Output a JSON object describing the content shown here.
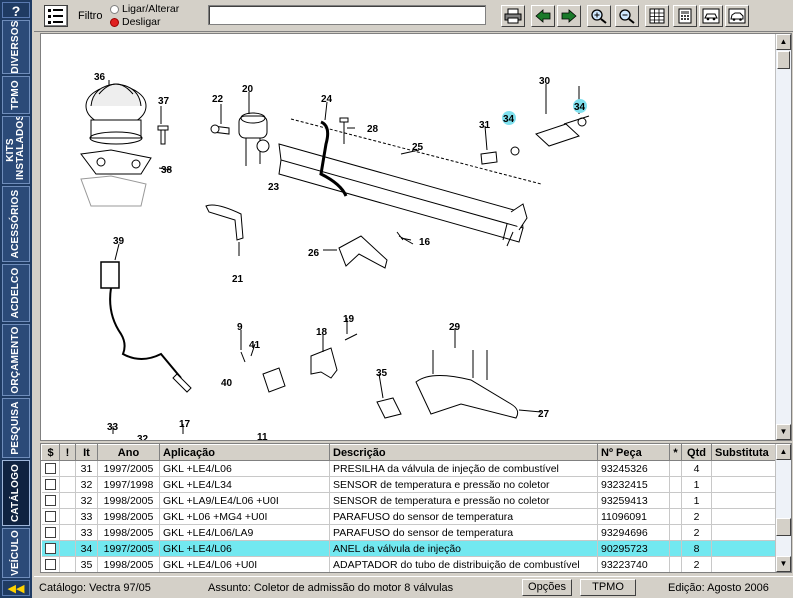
{
  "sidebar": {
    "help_label": "?",
    "tabs": [
      {
        "label": "DIVERSOS",
        "active": false
      },
      {
        "label": "TPMO",
        "active": false
      },
      {
        "label": "KITS INSTALADOS",
        "active": false
      },
      {
        "label": "ACESSÓRIOS",
        "active": false
      },
      {
        "label": "ACDELCO",
        "active": false
      },
      {
        "label": "ORÇAMENTO",
        "active": false
      },
      {
        "label": "PESQUISA",
        "active": false
      },
      {
        "label": "CATÁLOGO",
        "active": true
      },
      {
        "label": "VEÍCULO",
        "active": false
      }
    ],
    "back_label": "◀◀"
  },
  "toolbar": {
    "filter_label": "Filtro",
    "radio_on_label": "Ligar/Alterar",
    "radio_off_label": "Desligar",
    "filter_value": "",
    "icons": [
      "print-icon",
      "arrow-left-icon",
      "arrow-right-icon",
      "zoom-in-icon",
      "zoom-out-icon",
      "grid-icon",
      "calculator-icon",
      "car-list-icon",
      "car-icon"
    ]
  },
  "diagram": {
    "labels": [
      "36",
      "37",
      "20",
      "22",
      "24",
      "28",
      "30",
      "34",
      "34",
      "31",
      "25",
      "38",
      "23",
      "21",
      "26",
      "16",
      "39",
      "9",
      "41",
      "18",
      "19",
      "29",
      "40",
      "35",
      "27",
      "33",
      "17",
      "32",
      "11"
    ]
  },
  "table": {
    "columns": [
      "$",
      "!",
      "It",
      "Ano",
      "Aplicação",
      "Descrição",
      "Nº Peça",
      "*",
      "Qtd",
      "Substituta"
    ],
    "rows": [
      {
        "it": "31",
        "ano": "1997/2005",
        "aplicacao": "GKL +LE4/L06",
        "descricao": "PRESILHA da válvula de injeção de combustível",
        "peca": "93245326",
        "qtd": "4",
        "selected": false
      },
      {
        "it": "32",
        "ano": "1997/1998",
        "aplicacao": "GKL +LE4/L34",
        "descricao": "SENSOR de temperatura e pressão no coletor",
        "peca": "93232415",
        "qtd": "1",
        "selected": false
      },
      {
        "it": "32",
        "ano": "1998/2005",
        "aplicacao": "GKL +LA9/LE4/L06 +U0I",
        "descricao": "SENSOR de temperatura e pressão no coletor",
        "peca": "93259413",
        "qtd": "1",
        "selected": false
      },
      {
        "it": "33",
        "ano": "1998/2005",
        "aplicacao": "GKL +L06 +MG4 +U0I",
        "descricao": "PARAFUSO do sensor de temperatura",
        "peca": "11096091",
        "qtd": "2",
        "selected": false
      },
      {
        "it": "33",
        "ano": "1998/2005",
        "aplicacao": "GKL +LE4/L06/LA9",
        "descricao": "PARAFUSO do sensor de temperatura",
        "peca": "93294696",
        "qtd": "2",
        "selected": false
      },
      {
        "it": "34",
        "ano": "1997/2005",
        "aplicacao": "GKL +LE4/L06",
        "descricao": "ANEL da válvula de injeção",
        "peca": "90295723",
        "qtd": "8",
        "selected": true
      },
      {
        "it": "35",
        "ano": "1998/2005",
        "aplicacao": "GKL +LE4/L06 +U0I",
        "descricao": "ADAPTADOR do tubo de distribuição de combustível",
        "peca": "93223740",
        "qtd": "2",
        "selected": false
      }
    ]
  },
  "statusbar": {
    "catalogo": "Catálogo: Vectra 97/05",
    "assunto": "Assunto: Coletor de admissão do motor 8 válvulas",
    "opcoes_label": "Opções",
    "tpmo_label": "TPMO",
    "edicao": "Edição: Agosto 2006"
  },
  "colors": {
    "sidebar_bg": "#1f3b63",
    "selection": "#72e8f0",
    "callout_highlight": "#7fe0ee"
  }
}
